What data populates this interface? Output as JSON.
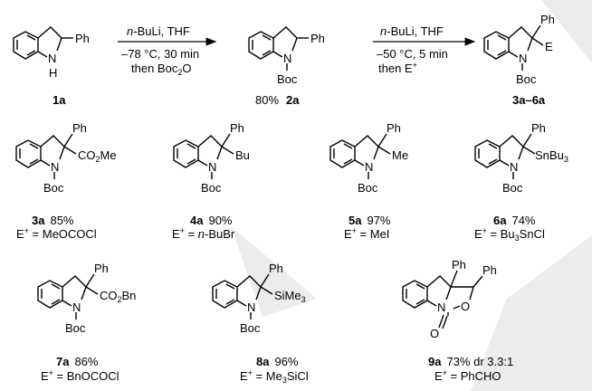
{
  "scheme": {
    "watermark_color": "#ececec",
    "arrows": [
      {
        "id": "step1",
        "above": [
          "n",
          "-BuLi, THF"
        ],
        "below1": "–78 °C, 30 min",
        "below2": [
          "then Boc",
          "2",
          "O"
        ]
      },
      {
        "id": "step2",
        "above": [
          "n",
          "-BuLi, THF"
        ],
        "below1": "–50 °C, 5 min",
        "below2": [
          "then E",
          "+"
        ]
      }
    ],
    "labels": {
      "ph": "Ph",
      "n": "N",
      "h": "H",
      "boc": "Boc",
      "e": "E",
      "bu": "Bu",
      "me": "Me",
      "sn": [
        "SnBu",
        "3"
      ],
      "si": [
        "SiMe",
        "3"
      ],
      "co2me": [
        "CO",
        "2",
        "Me"
      ],
      "co2bn": [
        "CO",
        "2",
        "Bn"
      ],
      "o": "O"
    },
    "top_compounds": [
      {
        "id": "1a",
        "label": "1a",
        "yield": ""
      },
      {
        "id": "2a",
        "label": "2a",
        "yield": "80%"
      },
      {
        "id": "3a-6a",
        "label": "3a–6a",
        "yield": ""
      }
    ],
    "products": [
      {
        "id": "3a",
        "label": "3a",
        "yield": "85%",
        "e_prefix": "E",
        "e_sup": "+",
        "e_reagent": [
          " = MeOCOCl"
        ]
      },
      {
        "id": "4a",
        "label": "4a",
        "yield": "90%",
        "e_prefix": "E",
        "e_sup": "+",
        "e_reagent": [
          " = ",
          "n",
          "-BuBr"
        ]
      },
      {
        "id": "5a",
        "label": "5a",
        "yield": "97%",
        "e_prefix": "E",
        "e_sup": "+",
        "e_reagent": [
          " = MeI"
        ]
      },
      {
        "id": "6a",
        "label": "6a",
        "yield": "74%",
        "e_prefix": "E",
        "e_sup": "+",
        "e_reagent": [
          " = Bu",
          "3",
          "SnCl"
        ]
      },
      {
        "id": "7a",
        "label": "7a",
        "yield": "86%",
        "e_prefix": "E",
        "e_sup": "+",
        "e_reagent": [
          " = BnOCOCl"
        ]
      },
      {
        "id": "8a",
        "label": "8a",
        "yield": "96%",
        "e_prefix": "E",
        "e_sup": "+",
        "e_reagent": [
          " = Me",
          "3",
          "SiCl"
        ]
      },
      {
        "id": "9a",
        "label": "9a",
        "yield": "73% dr 3.3:1",
        "e_prefix": "E",
        "e_sup": "+",
        "e_reagent": [
          " = PhCHO"
        ]
      }
    ]
  }
}
